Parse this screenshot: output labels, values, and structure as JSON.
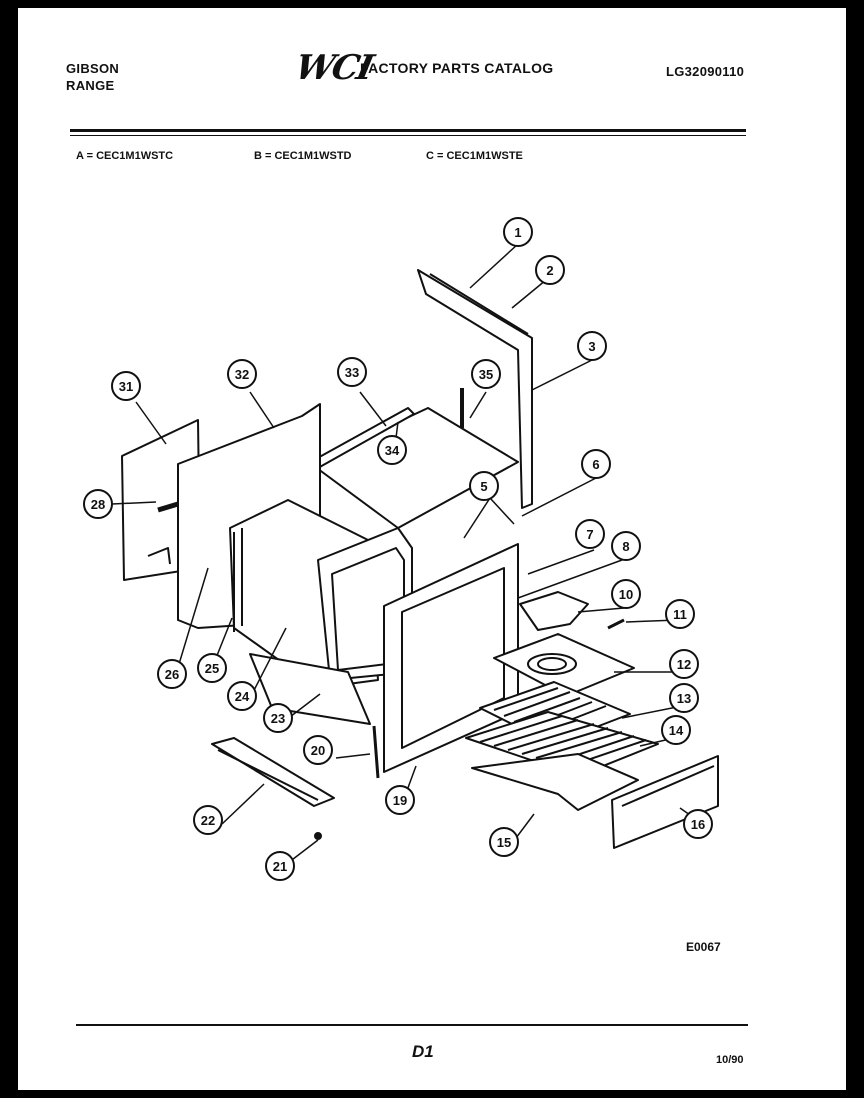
{
  "header": {
    "brand_line1": "GIBSON",
    "brand_line2": "RANGE",
    "logo": "WCI",
    "title": "FACTORY PARTS CATALOG",
    "catalog_number": "LG32090110"
  },
  "models": [
    {
      "label": "A = CEC1M1WSTC"
    },
    {
      "label": "B = CEC1M1WSTD"
    },
    {
      "label": "C = CEC1M1WSTE"
    }
  ],
  "callouts": [
    "1",
    "2",
    "3",
    "5",
    "6",
    "7",
    "8",
    "10",
    "11",
    "12",
    "13",
    "14",
    "15",
    "16",
    "19",
    "20",
    "21",
    "22",
    "23",
    "24",
    "25",
    "26",
    "28",
    "31",
    "32",
    "33",
    "34",
    "35"
  ],
  "figure_code": "E0067",
  "page_id": "D1",
  "date": "10/90",
  "colors": {
    "ink": "#111111",
    "paper": "#ffffff",
    "border": "#000000"
  }
}
